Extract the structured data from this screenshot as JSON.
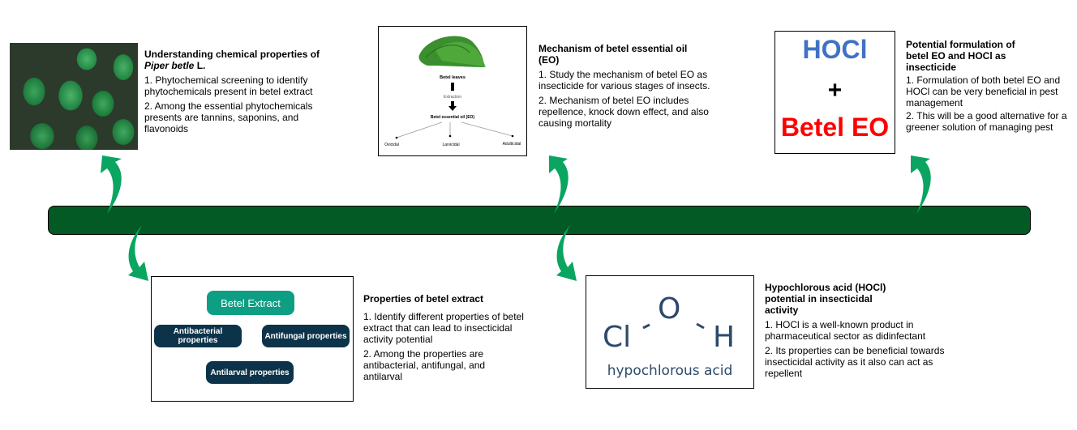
{
  "colors": {
    "timeline": "#045a24",
    "arrow": "#0aa561",
    "pill_dark": "#0c3349",
    "pill_teal": "#0e9e83",
    "hocl_blue": "#3f72c4",
    "betel_eo_red": "#ff0000",
    "molecule": "#2d4a6b"
  },
  "steps": [
    {
      "id": "chemical-properties",
      "title_pre": "Understanding chemical properties of ",
      "title_italic": "Piper betle",
      "title_post": " L.",
      "items": [
        "1. Phytochemical screening to identify phytochemicals present in betel extract",
        "2. Among the essential phytochemicals presents are tannins, saponins, and flavonoids"
      ],
      "image": "betel-leaves-photo"
    },
    {
      "id": "properties-extract",
      "title": "Properties of betel extract",
      "items": [
        "1. Identify different properties of betel extract that can lead to insecticidal activity potential",
        "2. Among the properties are antibacterial, antifungal, and antilarval"
      ],
      "diagram": {
        "root": "Betel Extract",
        "children": [
          "Antibacterial properties",
          "Antifungal properties",
          "Antilarval properties"
        ]
      }
    },
    {
      "id": "mechanism-eo",
      "title": "Mechanism of betel essential oil (EO)",
      "items": [
        "1. Study the mechanism of betel EO as insecticide for various stages of insects.",
        "2. Mechanism of betel EO includes repellence, knock down effect, and also causing mortality"
      ],
      "diagram": {
        "top": "Betel leaves",
        "process": "Extraction",
        "product": "Betel essential oil (EO)",
        "branches": [
          "Ovicidal",
          "Larvicidal",
          "Adulticidal"
        ]
      }
    },
    {
      "id": "hocl",
      "title": "Hypochlorous acid (HOCl) potential in insecticidal activity",
      "items": [
        "1. HOCl is a well-known product in pharmaceutical sector as didinfectant",
        "2. Its properties can be beneficial towards insecticidal activity as it also can act as repellent"
      ],
      "molecule": {
        "atoms": [
          "Cl",
          "O",
          "H"
        ],
        "name": "hypochlorous acid"
      }
    },
    {
      "id": "formulation",
      "title": "Potential formulation of betel EO and HOCl as insecticide",
      "items": [
        "1. Formulation of both betel EO and HOCl can be very beneficial in pest management",
        "2. This will be a good alternative for a greener solution of managing pest"
      ],
      "combo": {
        "top": "HOCl",
        "plus": "+",
        "bottom": "Betel EO"
      }
    }
  ]
}
